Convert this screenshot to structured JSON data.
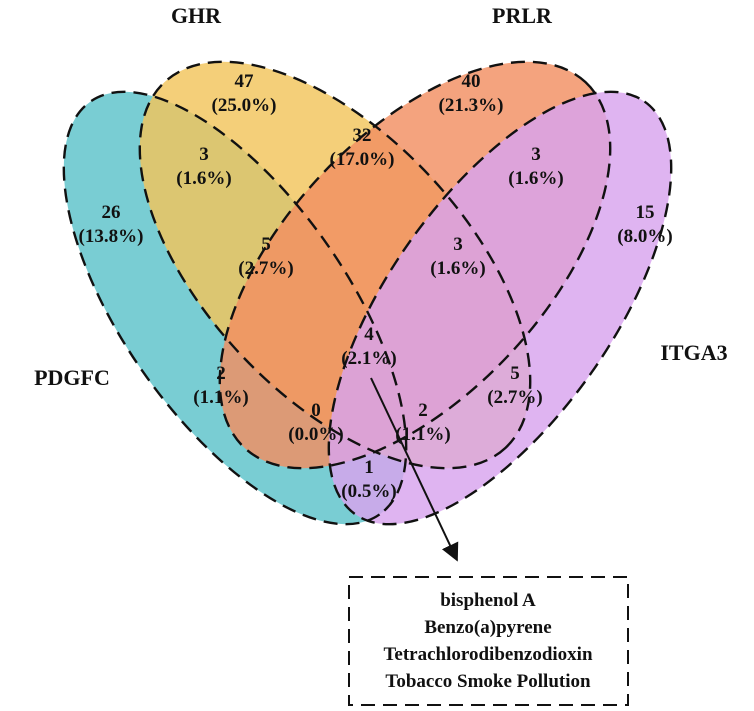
{
  "chart_data": {
    "type": "venn",
    "sets": [
      {
        "key": "PDGFC",
        "name": "PDGFC",
        "color": "#5bc2c9"
      },
      {
        "key": "GHR",
        "name": "GHR",
        "color": "#f2c55b"
      },
      {
        "key": "PRLR",
        "name": "PRLR",
        "color": "#f28f61"
      },
      {
        "key": "ITGA3",
        "name": "ITGA3",
        "color": "#d8a3ee"
      }
    ],
    "regions": [
      {
        "id": "ghr",
        "sets": [
          "GHR"
        ],
        "count": "47",
        "percent": "(25.0%)"
      },
      {
        "id": "prlr",
        "sets": [
          "PRLR"
        ],
        "count": "40",
        "percent": "(21.3%)"
      },
      {
        "id": "pdgfc",
        "sets": [
          "PDGFC"
        ],
        "count": "26",
        "percent": "(13.8%)"
      },
      {
        "id": "itga3",
        "sets": [
          "ITGA3"
        ],
        "count": "15",
        "percent": "(8.0%)"
      },
      {
        "id": "pdgfc-ghr",
        "sets": [
          "PDGFC",
          "GHR"
        ],
        "count": "3",
        "percent": "(1.6%)"
      },
      {
        "id": "ghr-prlr",
        "sets": [
          "GHR",
          "PRLR"
        ],
        "count": "32",
        "percent": "(17.0%)"
      },
      {
        "id": "prlr-itga3",
        "sets": [
          "PRLR",
          "ITGA3"
        ],
        "count": "3",
        "percent": "(1.6%)"
      },
      {
        "id": "pdgfc-ghr-prlr",
        "sets": [
          "PDGFC",
          "GHR",
          "PRLR"
        ],
        "count": "5",
        "percent": "(2.7%)"
      },
      {
        "id": "ghr-prlr-itga3",
        "sets": [
          "GHR",
          "PRLR",
          "ITGA3"
        ],
        "count": "3",
        "percent": "(1.6%)"
      },
      {
        "id": "all",
        "sets": [
          "PDGFC",
          "GHR",
          "PRLR",
          "ITGA3"
        ],
        "count": "4",
        "percent": "(2.1%)"
      },
      {
        "id": "pdgfc-prlr",
        "sets": [
          "PDGFC",
          "PRLR"
        ],
        "count": "2",
        "percent": "(1.1%)"
      },
      {
        "id": "ghr-itga3",
        "sets": [
          "GHR",
          "ITGA3"
        ],
        "count": "5",
        "percent": "(2.7%)"
      },
      {
        "id": "pdgfc-prlr-itga3",
        "sets": [
          "PDGFC",
          "PRLR",
          "ITGA3"
        ],
        "count": "0",
        "percent": "(0.0%)"
      },
      {
        "id": "pdgfc-ghr-itga3",
        "sets": [
          "PDGFC",
          "GHR",
          "ITGA3"
        ],
        "count": "2",
        "percent": "(1.1%)"
      },
      {
        "id": "pdgfc-itga3",
        "sets": [
          "PDGFC",
          "ITGA3"
        ],
        "count": "1",
        "percent": "(0.5%)"
      }
    ],
    "callout": {
      "region": "all",
      "items": [
        "bisphenol A",
        "Benzo(a)pyrene",
        "Tetrachlorodibenzodioxin",
        "Tobacco Smoke Pollution"
      ]
    }
  }
}
